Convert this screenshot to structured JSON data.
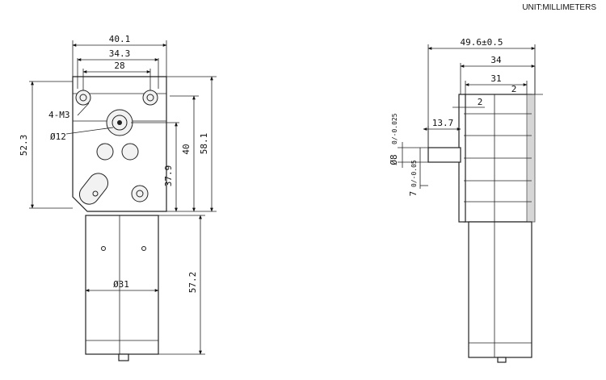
{
  "unit_label": "UNIT:MILLIMETERS",
  "front_view": {
    "width_overall": "40.1",
    "width_holes_outer": "34.3",
    "width_holes_inner": "28",
    "screw_label": "4-M3",
    "output_diameter": "Ø12",
    "height_left": "52.3",
    "height_gear": "40",
    "height_hole": "37.9",
    "height_overall": "58.1",
    "motor_diameter": "Ø31",
    "motor_length": "57.2"
  },
  "side_view": {
    "depth_overall": "49.6±0.5",
    "depth_body": "34",
    "depth_inner": "31",
    "flange_2a": "2",
    "flange_2b": "2",
    "shaft_length": "13.7",
    "shaft_diameter_label": "Ø8",
    "shaft_diameter_tol": "0/-0.025",
    "shaft_flat_label": "7",
    "shaft_flat_tol": "0/-0.05"
  }
}
